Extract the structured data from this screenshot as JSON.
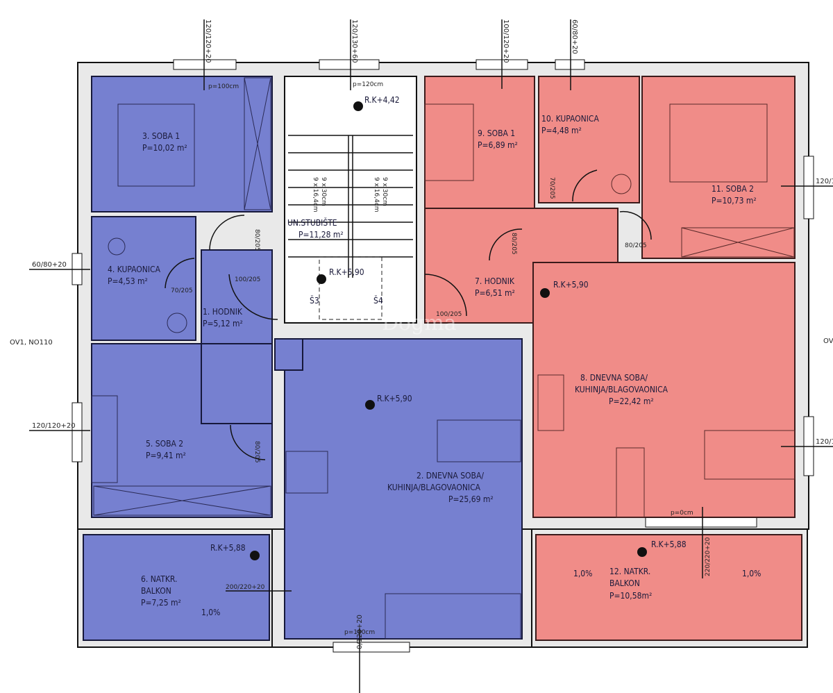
{
  "colors": {
    "unit_a": "#7680d0",
    "unit_b": "#f08c88",
    "stair": "#ffffff",
    "wall": "#e9e9e9"
  },
  "rooms": [
    {
      "name": "3. SOBA 1",
      "area": "P=10,02 m²"
    },
    {
      "name": "4. KUPAONICA",
      "area": "P=4,53 m²"
    },
    {
      "name": "1. HODNIK",
      "area": "P=5,12 m²"
    },
    {
      "name": "5. SOBA 2",
      "area": "P=9,41 m²"
    },
    {
      "name": "2. DNEVNA SOBA/",
      "name2": "KUHINJA/BLAGOVAONICA",
      "area": "P=25,69 m²"
    },
    {
      "name": "6. NATKR.",
      "name2": "BALKON",
      "area": "P=7,25 m²"
    },
    {
      "name": "UN.STUBIŠTE",
      "area": "P=11,28 m²"
    },
    {
      "name": "9. SOBA 1",
      "area": "P=6,89 m²"
    },
    {
      "name": "10. KUPAONICA",
      "area": "P=4,48 m²"
    },
    {
      "name": "11. SOBA 2",
      "area": "P=10,73 m²"
    },
    {
      "name": "7. HODNIK",
      "area": "P=6,51 m²"
    },
    {
      "name": "8. DNEVNA SOBA/",
      "name2": "KUHINJA/BLAGOVAONICA",
      "area": "P=22,42 m²"
    },
    {
      "name": "12. NATKR.",
      "name2": "BALKON",
      "area": "P=10,58m²"
    }
  ],
  "levels": [
    "R.K+4,42",
    "R.K+5,90",
    "R.K+5,90",
    "R.K+5,90",
    "R.K+5,88",
    "R.K+5,88"
  ],
  "windows": {
    "top1": "120/120+20",
    "top2": "120/130+60",
    "top3": "100/120+20",
    "top4": "60/80+20",
    "left1": "60/80+20",
    "left2": "OV1, NO110",
    "left3": "120/120+20",
    "right1": "120/1",
    "right2": "OV",
    "right3": "120/1",
    "bottom": "0/120+20",
    "balcony_left": "200/220+20",
    "balcony_right": "220/220+20"
  },
  "sills": {
    "s100": "p=100cm",
    "s120": "p=120cm",
    "s0": "p=0cm"
  },
  "doors": {
    "d80": "80/205",
    "d70": "70/205",
    "d100": "100/205"
  },
  "stairs": {
    "steps": "9 x 16,4cm",
    "tread": "9 x 30cm",
    "s3": "Š3",
    "s4": "Š4"
  },
  "slope": "1,0%",
  "watermark": "Dogma"
}
